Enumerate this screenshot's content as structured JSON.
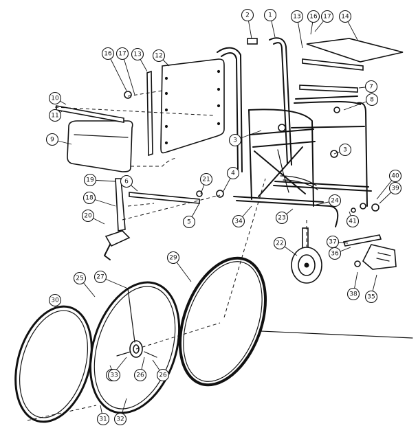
{
  "parts": [
    {
      "label": "1"
    },
    {
      "label": "2"
    },
    {
      "label": "3"
    },
    {
      "label": "3"
    },
    {
      "label": "4"
    },
    {
      "label": "5"
    },
    {
      "label": "6"
    },
    {
      "label": "7"
    },
    {
      "label": "8"
    },
    {
      "label": "9"
    },
    {
      "label": "10"
    },
    {
      "label": "11"
    },
    {
      "label": "12"
    },
    {
      "label": "13"
    },
    {
      "label": "13"
    },
    {
      "label": "14"
    },
    {
      "label": "16"
    },
    {
      "label": "16"
    },
    {
      "label": "17"
    },
    {
      "label": "17"
    },
    {
      "label": "18"
    },
    {
      "label": "19"
    },
    {
      "label": "20"
    },
    {
      "label": "21"
    },
    {
      "label": "22"
    },
    {
      "label": "23"
    },
    {
      "label": "24"
    },
    {
      "label": "25"
    },
    {
      "label": "26"
    },
    {
      "label": "26"
    },
    {
      "label": "27"
    },
    {
      "label": "28"
    },
    {
      "label": "29"
    },
    {
      "label": "30"
    },
    {
      "label": "31"
    },
    {
      "label": "32"
    },
    {
      "label": "33"
    },
    {
      "label": "34"
    },
    {
      "label": "35"
    },
    {
      "label": "36"
    },
    {
      "label": "37"
    },
    {
      "label": "38"
    },
    {
      "label": "39"
    },
    {
      "label": "40"
    },
    {
      "label": "41"
    }
  ]
}
